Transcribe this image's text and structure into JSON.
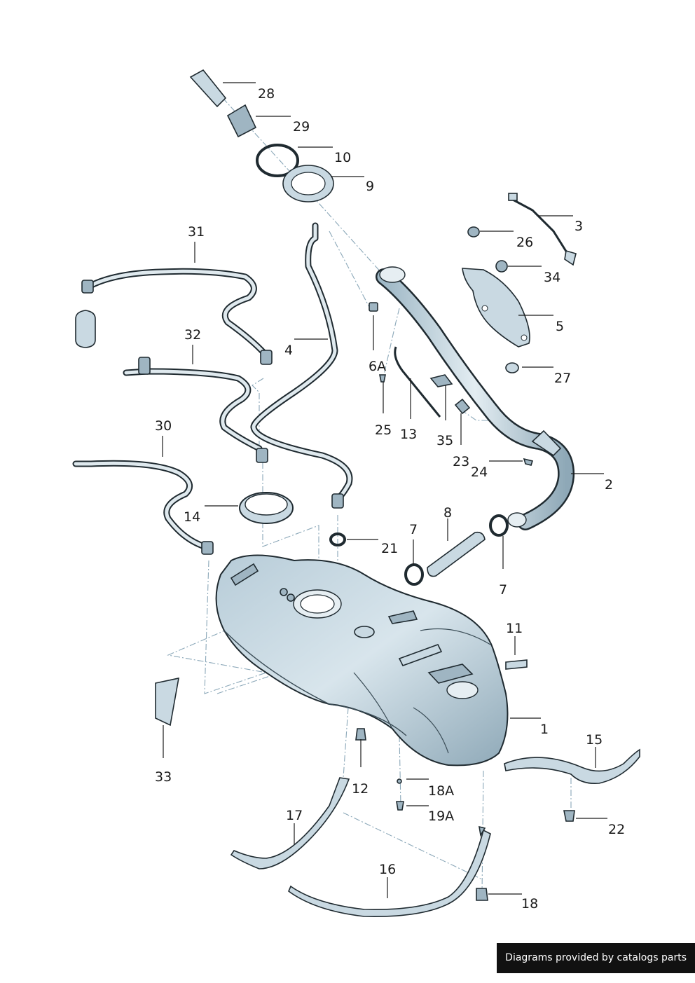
{
  "labels": {
    "l1": "1",
    "l2": "2",
    "l3": "3",
    "l4": "4",
    "l5": "5",
    "l6a": "6A",
    "l7a": "7",
    "l7b": "7",
    "l8": "8",
    "l9": "9",
    "l10": "10",
    "l11": "11",
    "l12": "12",
    "l13": "13",
    "l14": "14",
    "l15": "15",
    "l16": "16",
    "l17": "17",
    "l18": "18",
    "l18a": "18A",
    "l19a": "19A",
    "l21": "21",
    "l22": "22",
    "l23": "23",
    "l24": "24",
    "l25": "25",
    "l26": "26",
    "l27": "27",
    "l28": "28",
    "l29": "29",
    "l30": "30",
    "l31": "31",
    "l32": "32",
    "l33": "33",
    "l34": "34",
    "l35": "35"
  },
  "footer": {
    "text": "Diagrams provided by catalogs parts"
  }
}
